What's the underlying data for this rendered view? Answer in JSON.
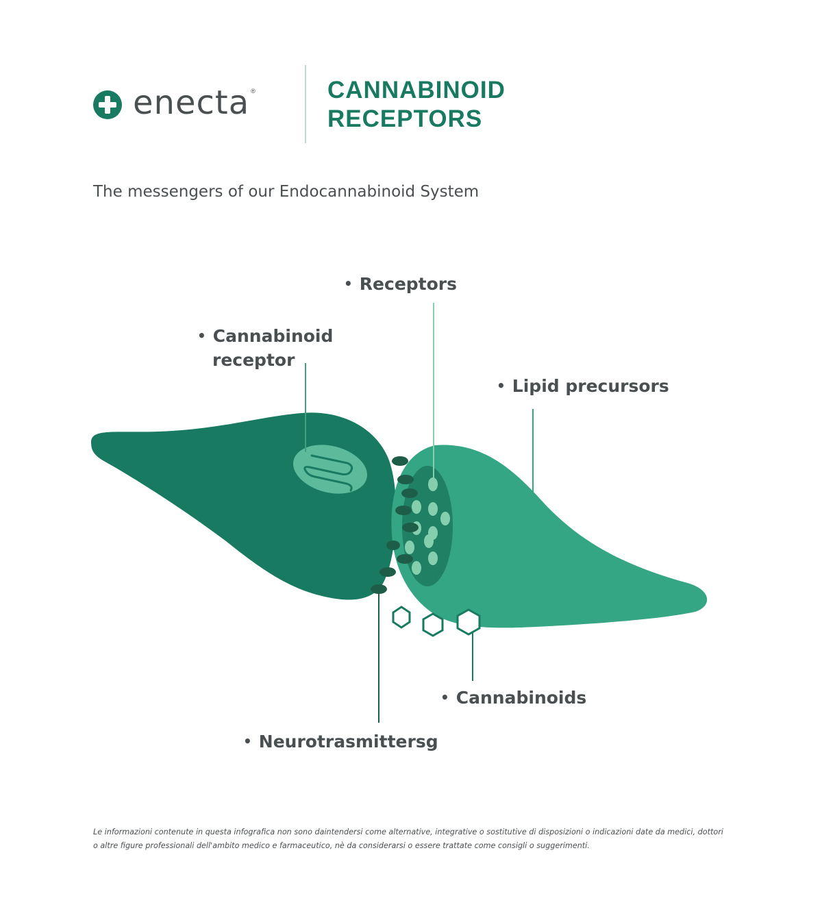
{
  "brand": {
    "name": "enecta",
    "registered_mark": "®",
    "logo_icon": "plus-cross-circle-icon"
  },
  "header": {
    "title_line1": "CANNABINOID",
    "title_line2": "RECEPTORS"
  },
  "subtitle": "The messengers of our Endocannabinoid System",
  "labels": {
    "receptors": "Receptors",
    "cannabinoid_receptor_line1": "Cannabinoid",
    "cannabinoid_receptor_line2": "receptor",
    "lipid_precursors": "Lipid precursors",
    "cannabinoids": "Cannabinoids",
    "neurotransmitters": "Neurotrasmittersg",
    "bullet": "•"
  },
  "disclaimer": "Le informazioni contenute in questa infografica non sono daintendersi come alternative, integrative o sostitutive di disposizioni o indicazioni date da medici, dottori o altre figure professionali dell'ambito medico e farmaceutico, nè da considerarsi o essere trattate come consigli o suggerimenti.",
  "colors": {
    "brand_green": "#187a60",
    "dark_neuron": "#187a60",
    "light_neuron": "#35a684",
    "receptor_zone": "#1f8064",
    "receptor_dots": "#86cfae",
    "neurotransmitter_dots": "#1e5e48",
    "text_gray": "#4a4f52",
    "divider": "#b9dccd"
  }
}
